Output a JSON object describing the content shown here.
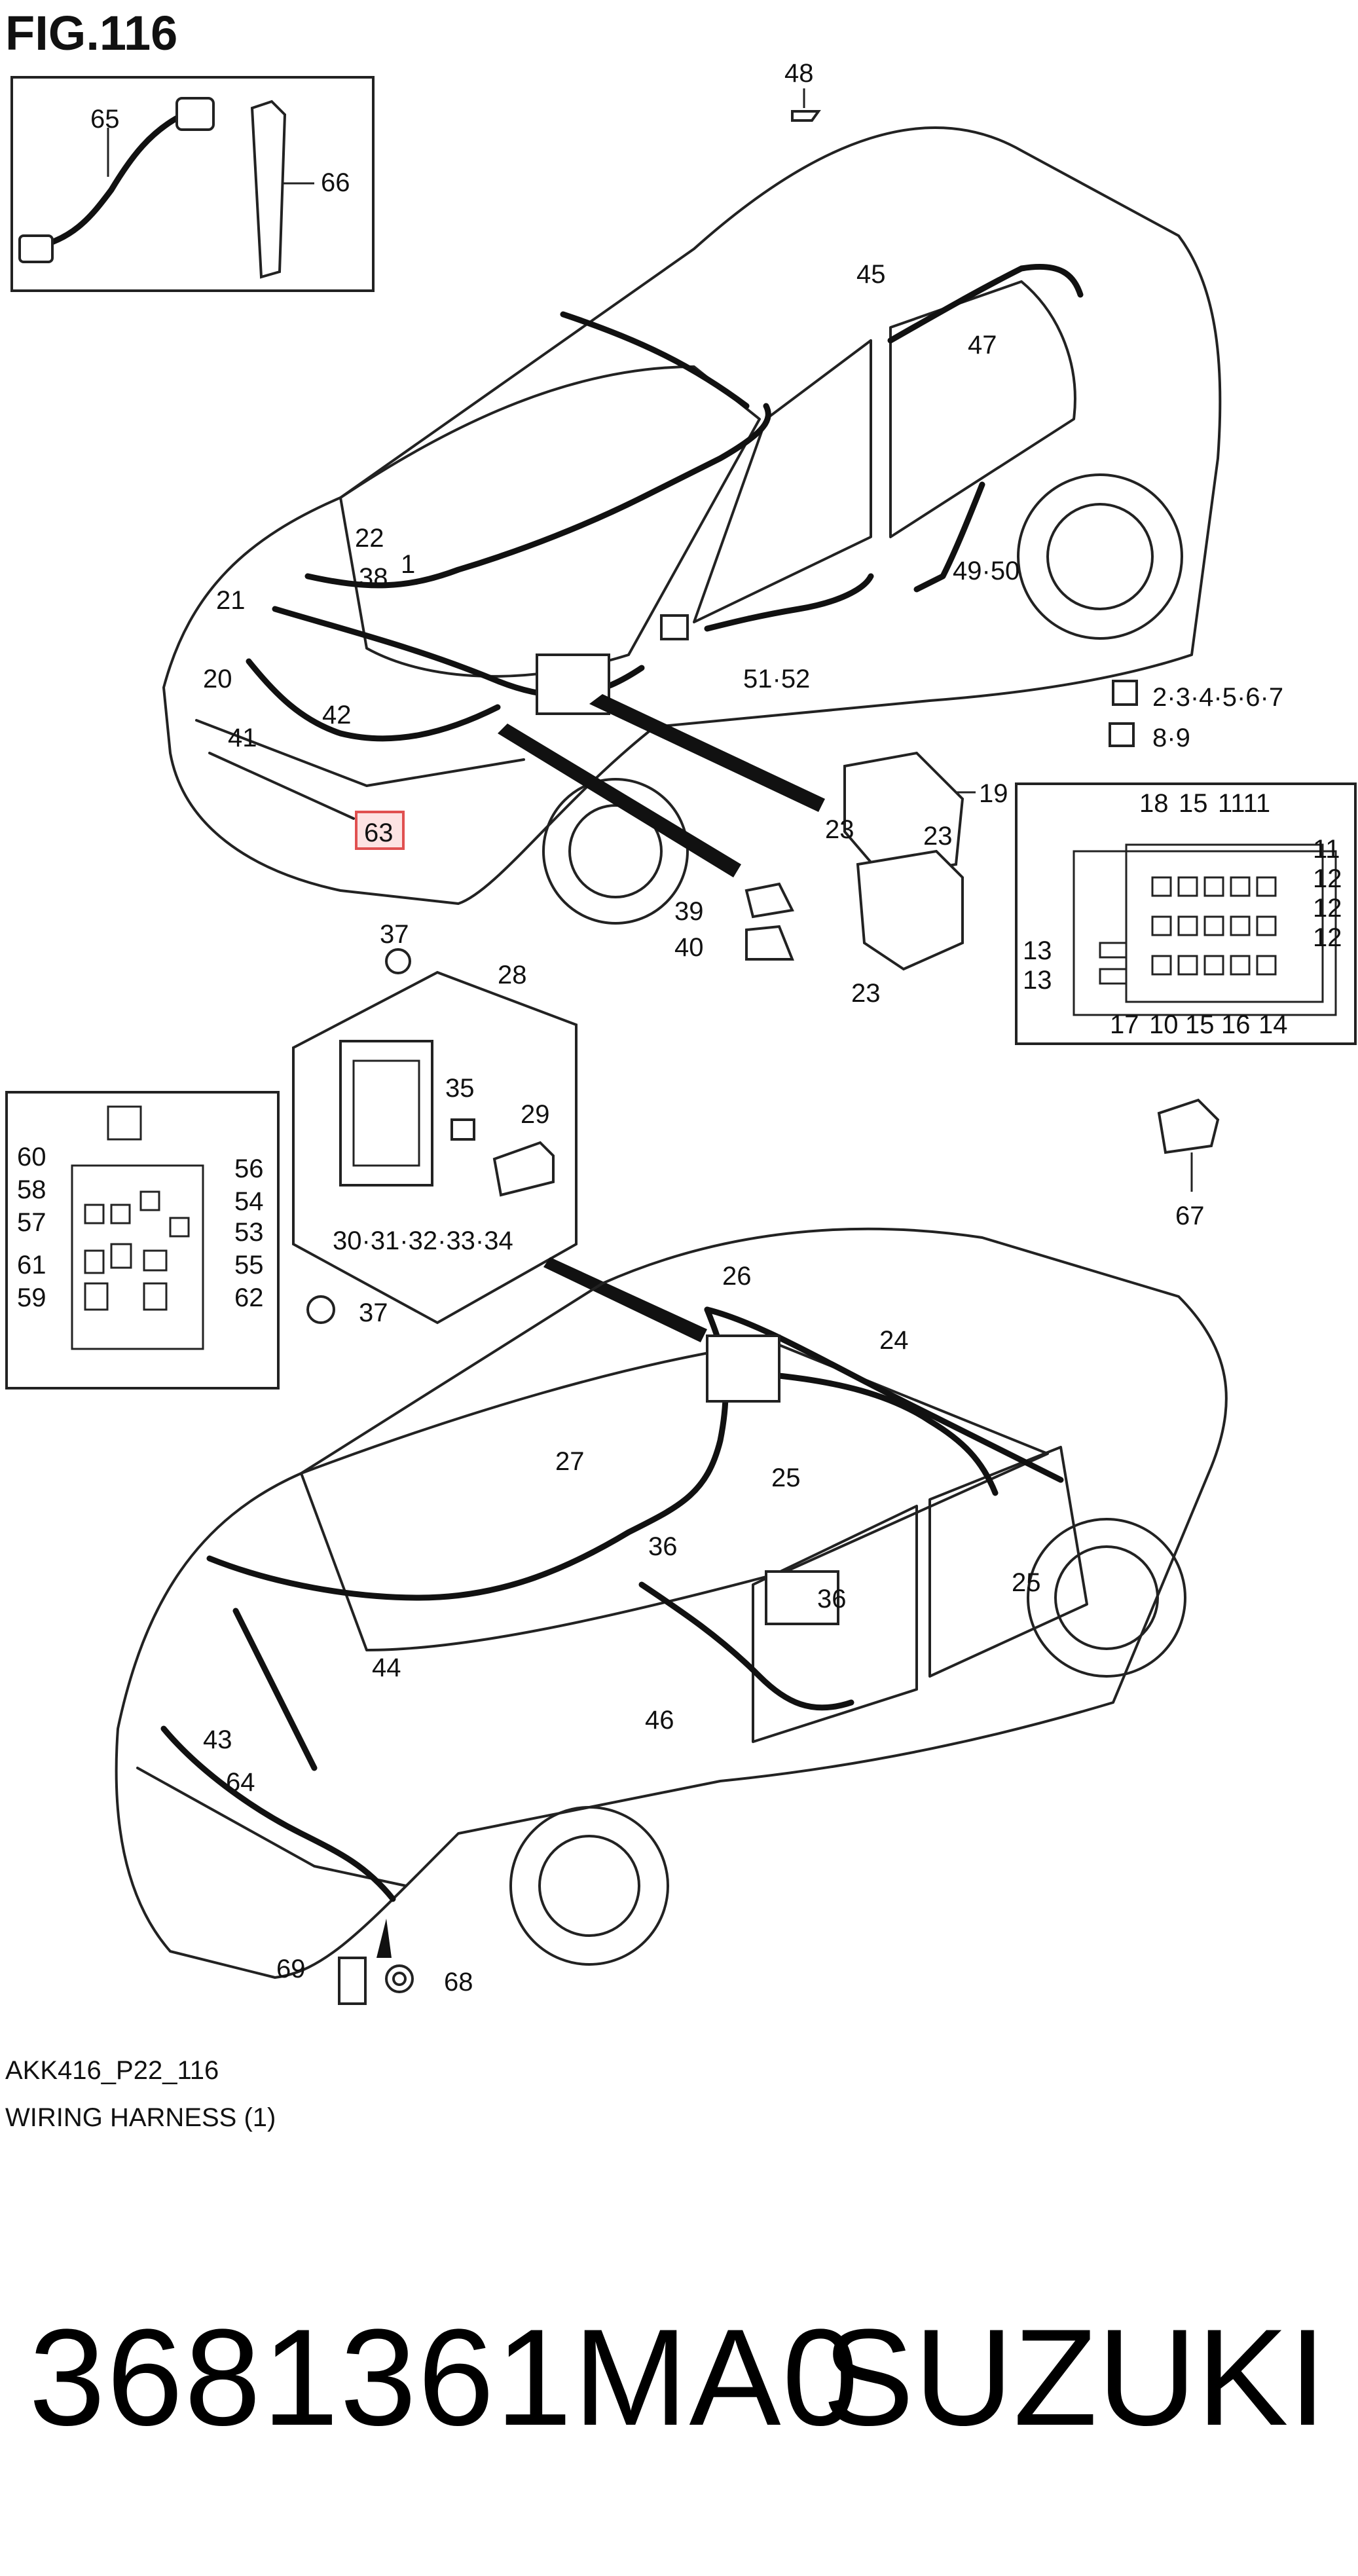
{
  "figure": {
    "title": "FIG.116",
    "ref_code": "AKK416_P22_116",
    "description": "WIRING HARNESS (1)"
  },
  "footer": {
    "part_number": "3681361MA0",
    "brand": "SUZUKI"
  },
  "callouts": {
    "c48": "48",
    "c65": "65",
    "c66": "66",
    "c45": "45",
    "c47": "47",
    "c22": "22",
    "c38": "38",
    "c1": "1",
    "c21": "21",
    "c20": "20",
    "c42": "42",
    "c41": "41",
    "c63": "63",
    "c4950": "49·50",
    "c5152": "51·52",
    "c2_7": "2·3·4·5·6·7",
    "c89": "8·9",
    "c19": "19",
    "c23a": "23",
    "c23b": "23",
    "c23c": "23",
    "c39": "39",
    "c40": "40",
    "c37a": "37",
    "c28": "28",
    "c35": "35",
    "c29": "29",
    "c30_34": "30·31·32·33·34",
    "c37b": "37",
    "f18": "18",
    "f15": "15",
    "f1111": "1111",
    "f11": "11",
    "f12a": "12",
    "f12b": "12",
    "f12c": "12",
    "f13a": "13",
    "f13b": "13",
    "f17": "17",
    "f10": "10",
    "f15b": "15",
    "f16": "16",
    "f14": "14",
    "c67": "67",
    "r60": "60",
    "r58": "58",
    "r57": "57",
    "r61": "61",
    "r59": "59",
    "r56": "56",
    "r54": "54",
    "r53": "53",
    "r55": "55",
    "r62": "62",
    "c26": "26",
    "c24": "24",
    "c25a": "25",
    "c25b": "25",
    "c27": "27",
    "c36a": "36",
    "c36b": "36",
    "c44": "44",
    "c46": "46",
    "c43": "43",
    "c64": "64",
    "c69": "69",
    "c68": "68"
  }
}
